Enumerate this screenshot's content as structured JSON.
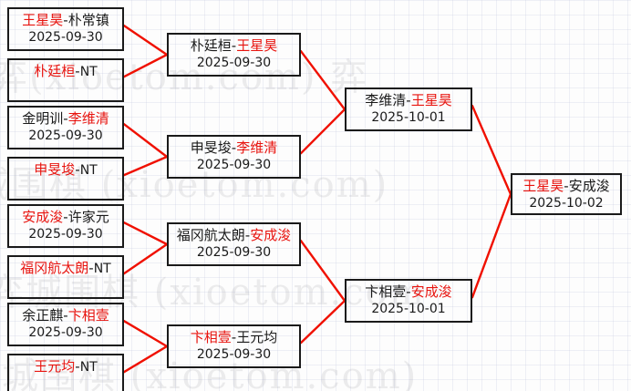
{
  "colors": {
    "winner": "#e8140f",
    "loser": "#1a1a1a",
    "connector": "#f01000",
    "box_border": "#1a1a1a",
    "background": "#fdfdfd"
  },
  "watermark": {
    "lines": [
      "弈(xioetom.com) 弈",
      "城围棋 (xioetom.com)",
      "弈城围棋 (xioetom.com",
      "弈城围棋 (xioetom.com)"
    ]
  },
  "rounds": [
    {
      "name": "round-of-16",
      "matches": [
        {
          "left": "王星昊",
          "left_winner": true,
          "right": "朴常镇",
          "right_winner": false,
          "date": "2025-09-30"
        },
        {
          "left": "朴廷桓",
          "left_winner": true,
          "right": "NT",
          "right_winner": false,
          "date": ""
        },
        {
          "left": "金明训",
          "left_winner": false,
          "right": "李维清",
          "right_winner": true,
          "date": "2025-09-30"
        },
        {
          "left": "申旻埈",
          "left_winner": true,
          "right": "NT",
          "right_winner": false,
          "date": ""
        },
        {
          "left": "安成浚",
          "left_winner": true,
          "right": "许家元",
          "right_winner": false,
          "date": "2025-09-30"
        },
        {
          "left": "福冈航太朗",
          "left_winner": true,
          "right": "NT",
          "right_winner": false,
          "date": ""
        },
        {
          "left": "余正麒",
          "left_winner": false,
          "right": "卞相壹",
          "right_winner": true,
          "date": "2025-09-30"
        },
        {
          "left": "王元均",
          "left_winner": true,
          "right": "NT",
          "right_winner": false,
          "date": ""
        }
      ]
    },
    {
      "name": "quarterfinals",
      "matches": [
        {
          "left": "朴廷桓",
          "left_winner": false,
          "right": "王星昊",
          "right_winner": true,
          "date": "2025-09-30"
        },
        {
          "left": "申旻埈",
          "left_winner": false,
          "right": "李维清",
          "right_winner": true,
          "date": "2025-09-30"
        },
        {
          "left": "福冈航太朗",
          "left_winner": false,
          "right": "安成浚",
          "right_winner": true,
          "date": "2025-09-30"
        },
        {
          "left": "卞相壹",
          "left_winner": true,
          "right": "王元均",
          "right_winner": false,
          "date": "2025-09-30"
        }
      ]
    },
    {
      "name": "semifinals",
      "matches": [
        {
          "left": "李维清",
          "left_winner": false,
          "right": "王星昊",
          "right_winner": true,
          "date": "2025-10-01"
        },
        {
          "left": "卞相壹",
          "left_winner": false,
          "right": "安成浚",
          "right_winner": true,
          "date": "2025-10-01"
        }
      ]
    },
    {
      "name": "final",
      "matches": [
        {
          "left": "王星昊",
          "left_winner": true,
          "right": "安成浚",
          "right_winner": false,
          "date": "2025-10-02"
        }
      ]
    }
  ]
}
